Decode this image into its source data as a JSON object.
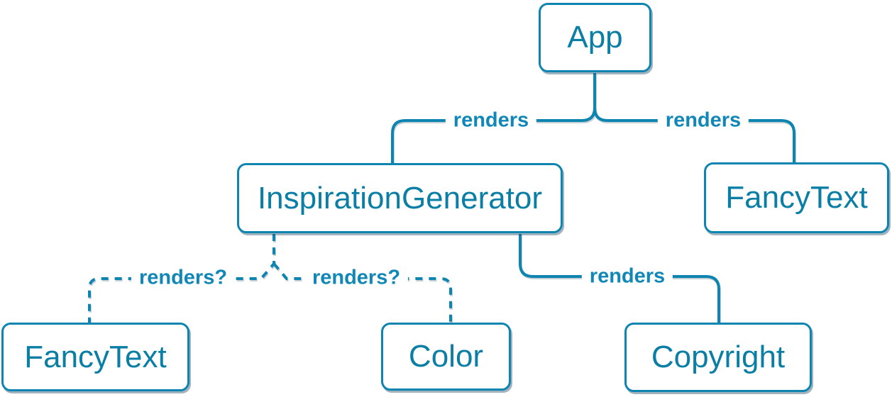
{
  "nodes": [
    {
      "id": "app",
      "label": "App"
    },
    {
      "id": "inspiration-generator",
      "label": "InspirationGenerator"
    },
    {
      "id": "fancy-text-top",
      "label": "FancyText"
    },
    {
      "id": "fancy-text-bottom",
      "label": "FancyText"
    },
    {
      "id": "color",
      "label": "Color"
    },
    {
      "id": "copyright",
      "label": "Copyright"
    }
  ],
  "edges": [
    {
      "from": "App",
      "to": "InspirationGenerator",
      "label": "renders",
      "style": "solid"
    },
    {
      "from": "App",
      "to": "FancyText",
      "label": "renders",
      "style": "solid"
    },
    {
      "from": "InspirationGenerator",
      "to": "FancyText",
      "label": "renders?",
      "style": "dashed"
    },
    {
      "from": "InspirationGenerator",
      "to": "Color",
      "label": "renders?",
      "style": "dashed"
    },
    {
      "from": "InspirationGenerator",
      "to": "Copyright",
      "label": "renders",
      "style": "solid"
    }
  ],
  "colors": {
    "node_text": "#0a7ea4",
    "node_border": "#0e84b0",
    "edge_line": "#0e84b0",
    "edge_label_text": "#1187b8",
    "node_background": "#ffffff",
    "page_background": "#ffffff"
  }
}
